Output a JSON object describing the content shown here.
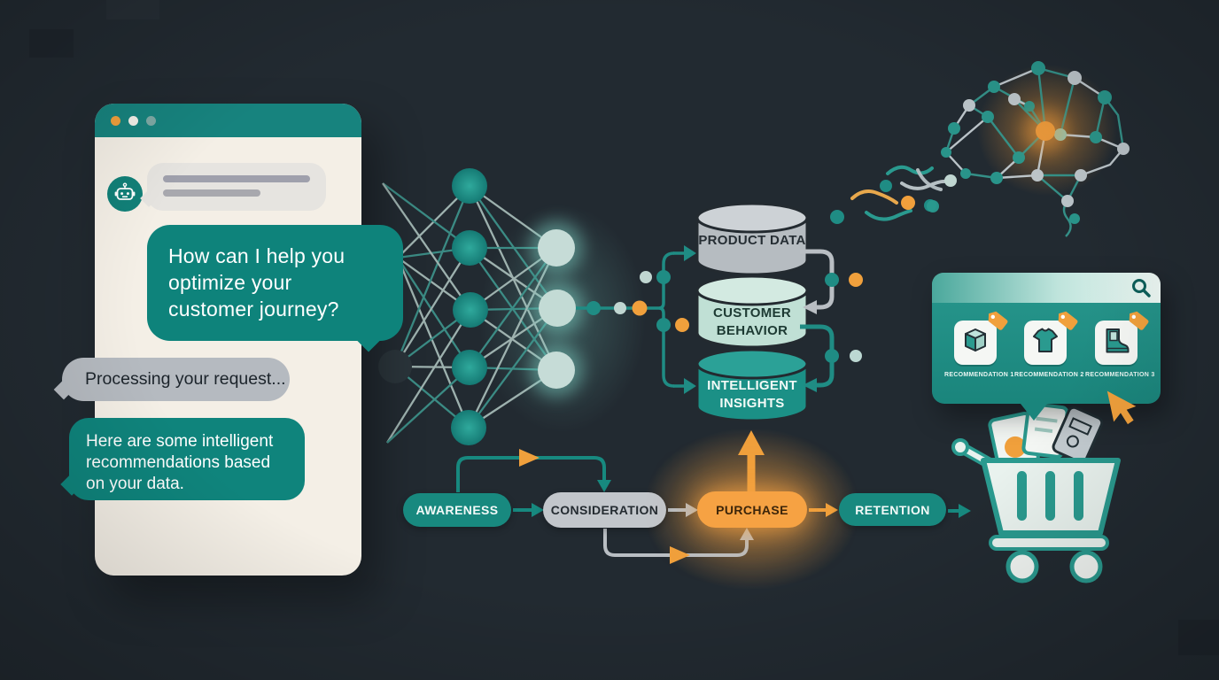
{
  "chat": {
    "window_dots": [
      "#f0a03c",
      "#f3f0e9",
      "#7ea9a5"
    ],
    "bot_avatar_icon": "robot-icon",
    "message1": "How can I help you optimize your customer journey?",
    "processing": "Processing your request...",
    "message2": "Here are some intelligent recommendations based on your data."
  },
  "databases": {
    "items": [
      {
        "label": "PRODUCT DATA",
        "color": "#b6bcc1"
      },
      {
        "label": "CUSTOMER BEHAVIOR",
        "color": "#c0e0d5"
      },
      {
        "label": "INTELLIGENT INSIGHTS",
        "color": "#1b9086"
      }
    ]
  },
  "journey": {
    "stages": [
      {
        "label": "AWARENESS",
        "color": "#18897f"
      },
      {
        "label": "CONSIDERATION",
        "color": "#c2c6cb"
      },
      {
        "label": "PURCHASE",
        "color": "#f6a243",
        "highlighted": true
      },
      {
        "label": "RETENTION",
        "color": "#18897f"
      }
    ]
  },
  "recommendations": {
    "search_icon": "search-icon",
    "cursor_icon": "cursor-icon",
    "items": [
      {
        "label": "RECOMMENDATION 1",
        "icon": "package-icon"
      },
      {
        "label": "RECOMMENDATION 2",
        "icon": "tshirt-icon"
      },
      {
        "label": "RECOMMENDATION 3",
        "icon": "boot-icon"
      }
    ]
  },
  "illustrations": {
    "neural_network": "neural-network-icon",
    "brain": "brain-network-icon",
    "cart": "shopping-cart-icon",
    "data_streams": "wavy-lines-icon"
  },
  "colors": {
    "background": "#222a31",
    "teal": "#18897f",
    "teal_bubble": "#0e837b",
    "mint": "#c0e0d5",
    "gray": "#c2c6cb",
    "orange": "#f0a03c",
    "cream": "#f4efe6"
  }
}
